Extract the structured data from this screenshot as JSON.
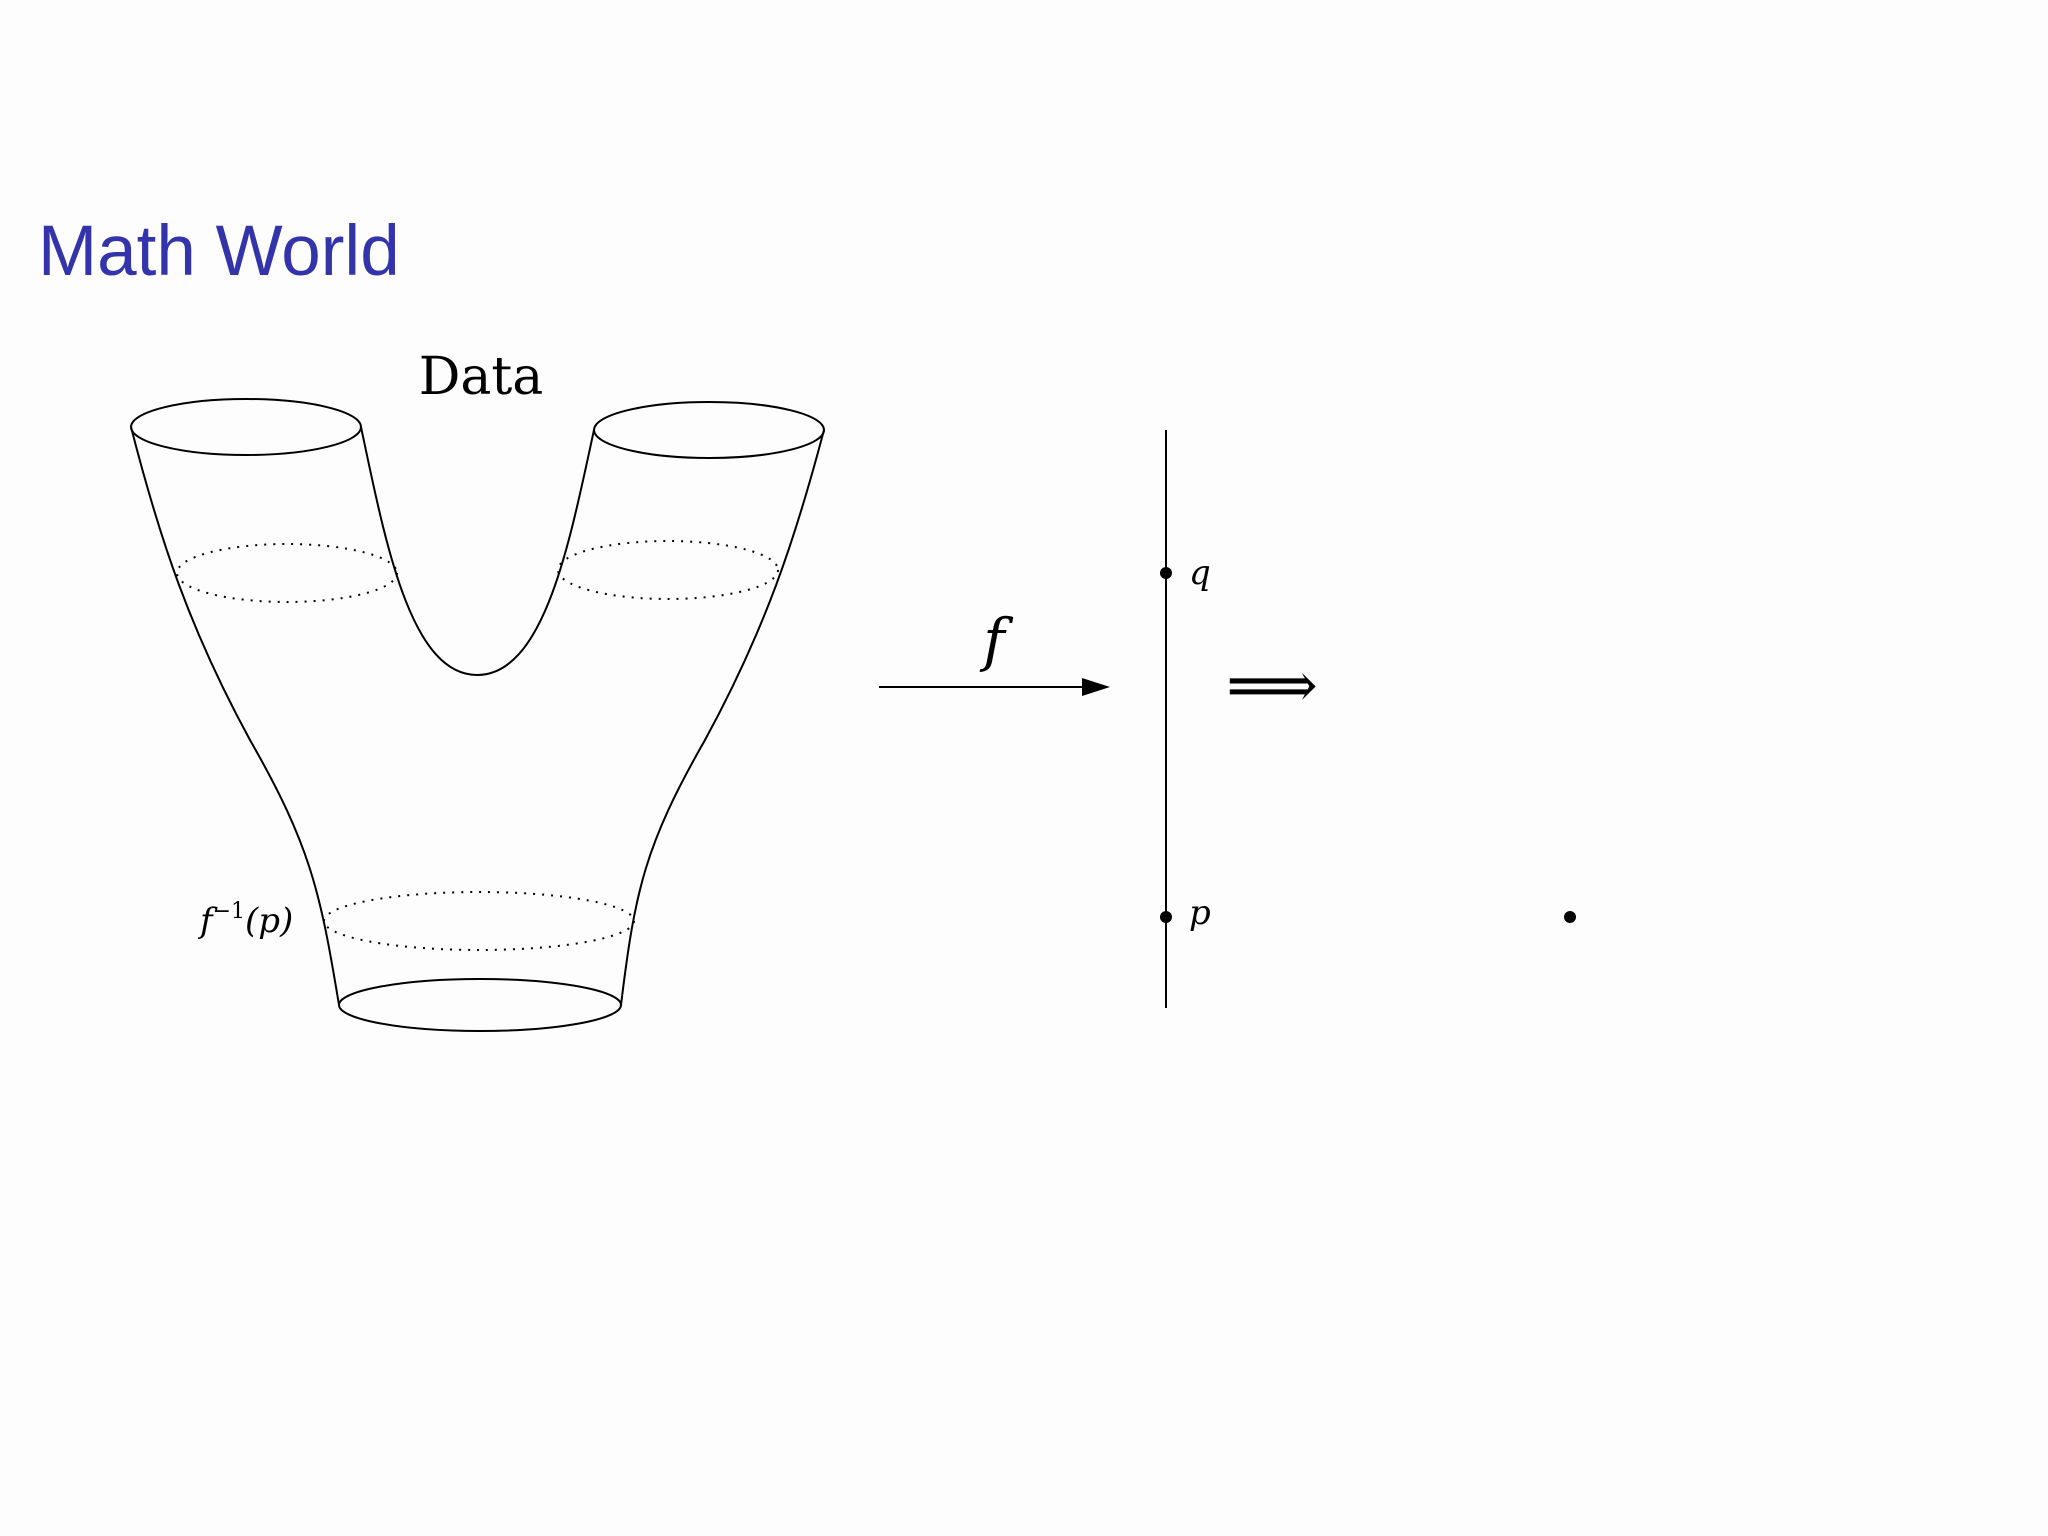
{
  "slide": {
    "title": "Math World",
    "title_color": "#3333aa",
    "background": "#fdfdfd"
  },
  "diagram": {
    "surface_label": "Data",
    "map_label": "f",
    "preimage_label_base": "f",
    "preimage_label_exponent": "−1",
    "preimage_label_arg": "(p)",
    "point_q_label": "q",
    "point_p_label": "p",
    "implies_symbol": "⟹",
    "ink_color": "#000000"
  }
}
